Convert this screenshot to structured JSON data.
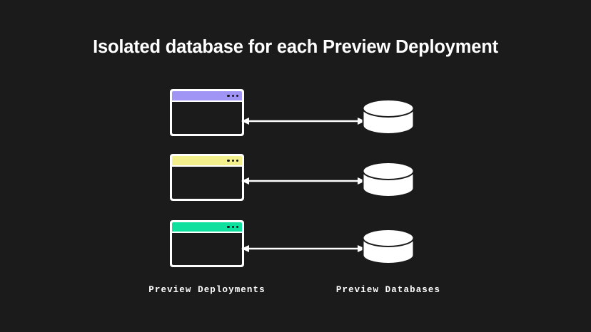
{
  "page": {
    "background_color": "#1b1b1b",
    "title": "Isolated database for each Preview Deployment"
  },
  "diagram": {
    "type": "architecture-diagram",
    "left_column_label": "Preview Deployments",
    "right_column_label": "Preview Databases",
    "connector": {
      "style": "double-headed-arrow",
      "color": "#ffffff",
      "count": 3
    },
    "rows": [
      {
        "index": 1,
        "window": {
          "icon": "browser-window-icon",
          "titlebar_color": "#a094f5",
          "frame_color": "#ffffff",
          "body_color": "#1b1b1b",
          "dots": 3,
          "dot_color": "#17171b"
        },
        "database": {
          "icon": "database-cylinder-icon",
          "fill_color": "#ffffff",
          "stroke_color": "#1b1b1b"
        }
      },
      {
        "index": 2,
        "window": {
          "icon": "browser-window-icon",
          "titlebar_color": "#f3ef8c",
          "frame_color": "#ffffff",
          "body_color": "#1b1b1b",
          "dots": 3,
          "dot_color": "#17171b"
        },
        "database": {
          "icon": "database-cylinder-icon",
          "fill_color": "#ffffff",
          "stroke_color": "#1b1b1b"
        }
      },
      {
        "index": 3,
        "window": {
          "icon": "browser-window-icon",
          "titlebar_color": "#10e09e",
          "frame_color": "#ffffff",
          "body_color": "#1b1b1b",
          "dots": 3,
          "dot_color": "#17171b"
        },
        "database": {
          "icon": "database-cylinder-icon",
          "fill_color": "#ffffff",
          "stroke_color": "#1b1b1b"
        }
      }
    ]
  }
}
